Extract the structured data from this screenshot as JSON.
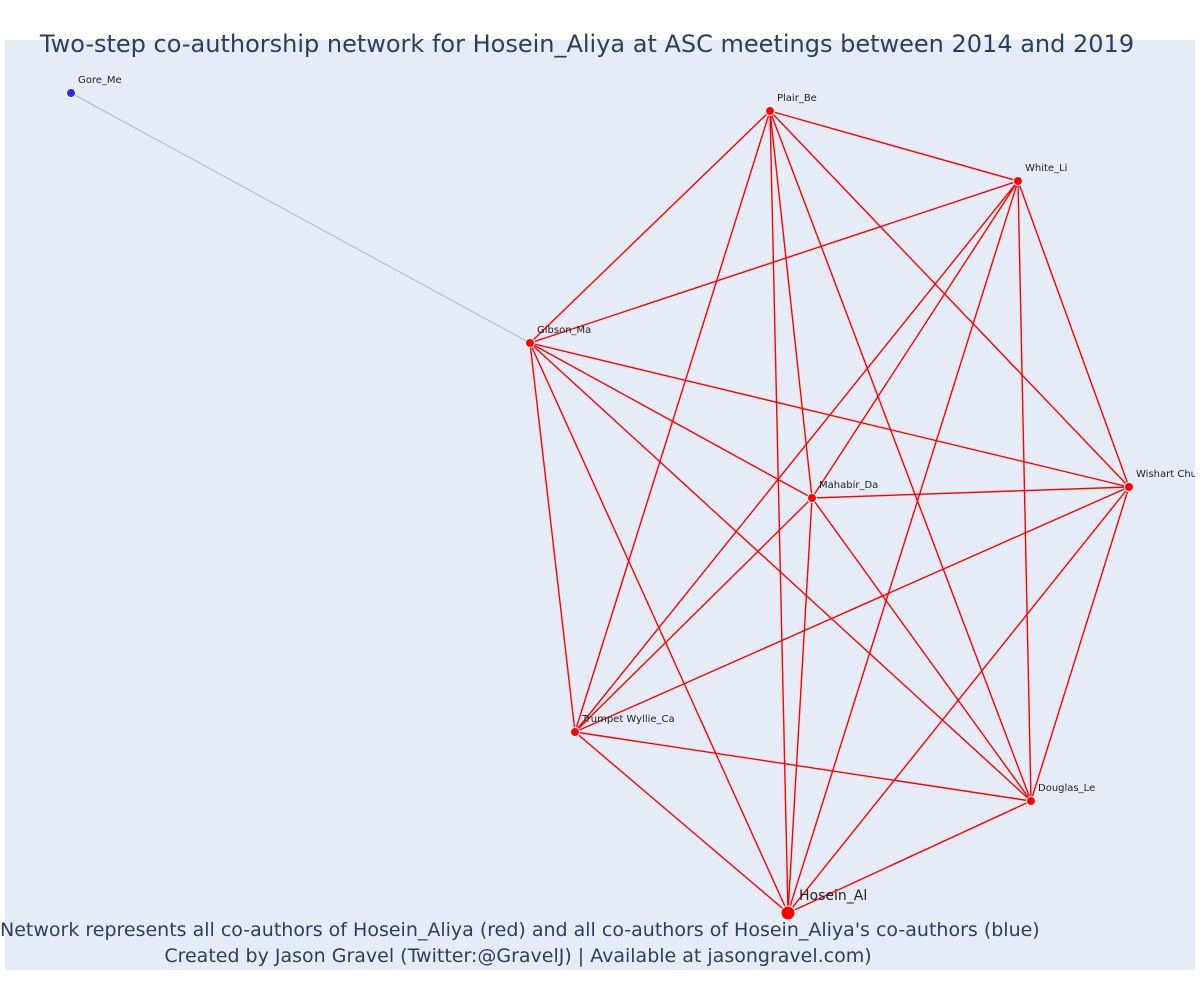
{
  "title": "Two-step co-authorship network for Hosein_Aliya at ASC meetings between 2014 and 2019",
  "footer": {
    "line1": "Network represents all co-authors of Hosein_Aliya (red) and all co-authors of Hosein_Aliya's co-authors (blue)",
    "line2": "Created by Jason Gravel (Twitter:@GravelJ) | Available at jasongravel.com)"
  },
  "colors": {
    "background": "#e5ecf6",
    "first_degree": "#ff0000",
    "second_degree": "#2b2bff",
    "second_degree_edge": "#b0b6c8"
  },
  "network": {
    "focal": "Hosein_Al",
    "nodes": [
      {
        "id": "Gore_Me",
        "label": "Gore_Me",
        "group": "second"
      },
      {
        "id": "Plair_Be",
        "label": "Plair_Be",
        "group": "first"
      },
      {
        "id": "White_Li",
        "label": "White_Li",
        "group": "first"
      },
      {
        "id": "Gibson_Ma",
        "label": "Gibson_Ma",
        "group": "first"
      },
      {
        "id": "Wishart_Chu",
        "label": "Wishart Chu",
        "group": "first"
      },
      {
        "id": "Mahabir_Da",
        "label": "Mahabir_Da",
        "group": "first"
      },
      {
        "id": "Trumpet_Wyllie_Ca",
        "label": "Trumpet Wyllie_Ca",
        "group": "first"
      },
      {
        "id": "Douglas_Le",
        "label": "Douglas_Le",
        "group": "first"
      },
      {
        "id": "Hosein_Al",
        "label": "Hosein_Al",
        "group": "focal"
      }
    ],
    "edges": [
      [
        "Gore_Me",
        "Gibson_Ma",
        "second"
      ],
      [
        "Plair_Be",
        "White_Li",
        "first"
      ],
      [
        "Plair_Be",
        "Gibson_Ma",
        "first"
      ],
      [
        "Plair_Be",
        "Wishart_Chu",
        "first"
      ],
      [
        "Plair_Be",
        "Mahabir_Da",
        "first"
      ],
      [
        "Plair_Be",
        "Trumpet_Wyllie_Ca",
        "first"
      ],
      [
        "Plair_Be",
        "Douglas_Le",
        "first"
      ],
      [
        "Plair_Be",
        "Hosein_Al",
        "first"
      ],
      [
        "White_Li",
        "Gibson_Ma",
        "first"
      ],
      [
        "White_Li",
        "Wishart_Chu",
        "first"
      ],
      [
        "White_Li",
        "Mahabir_Da",
        "first"
      ],
      [
        "White_Li",
        "Trumpet_Wyllie_Ca",
        "first"
      ],
      [
        "White_Li",
        "Douglas_Le",
        "first"
      ],
      [
        "White_Li",
        "Hosein_Al",
        "first"
      ],
      [
        "Gibson_Ma",
        "Wishart_Chu",
        "first"
      ],
      [
        "Gibson_Ma",
        "Mahabir_Da",
        "first"
      ],
      [
        "Gibson_Ma",
        "Trumpet_Wyllie_Ca",
        "first"
      ],
      [
        "Gibson_Ma",
        "Douglas_Le",
        "first"
      ],
      [
        "Gibson_Ma",
        "Hosein_Al",
        "first"
      ],
      [
        "Wishart_Chu",
        "Mahabir_Da",
        "first"
      ],
      [
        "Wishart_Chu",
        "Trumpet_Wyllie_Ca",
        "first"
      ],
      [
        "Wishart_Chu",
        "Douglas_Le",
        "first"
      ],
      [
        "Wishart_Chu",
        "Hosein_Al",
        "first"
      ],
      [
        "Mahabir_Da",
        "Trumpet_Wyllie_Ca",
        "first"
      ],
      [
        "Mahabir_Da",
        "Douglas_Le",
        "first"
      ],
      [
        "Mahabir_Da",
        "Hosein_Al",
        "first"
      ],
      [
        "Trumpet_Wyllie_Ca",
        "Douglas_Le",
        "first"
      ],
      [
        "Trumpet_Wyllie_Ca",
        "Hosein_Al",
        "first"
      ],
      [
        "Douglas_Le",
        "Hosein_Al",
        "first"
      ]
    ]
  }
}
